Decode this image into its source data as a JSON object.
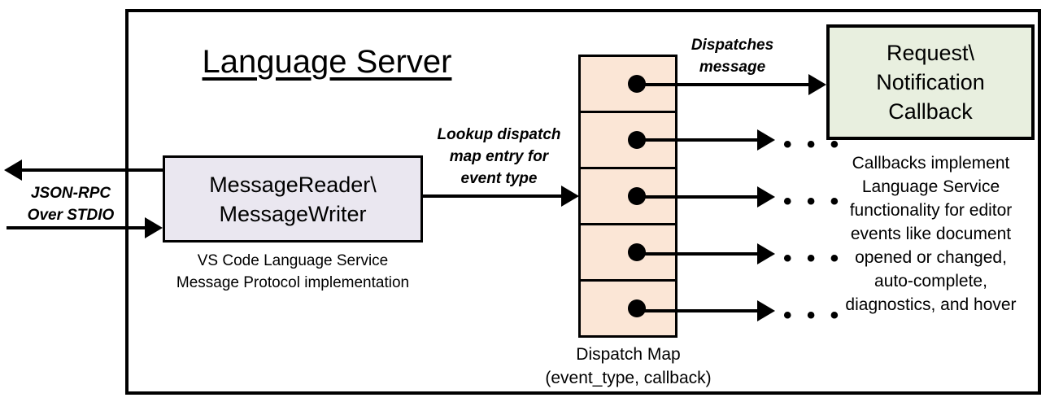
{
  "diagram": {
    "title": "Language Server",
    "left_io": {
      "label_line1": "JSON-RPC",
      "label_line2": "Over STDIO",
      "outbound_arrow_name": "json-rpc-out-arrow",
      "inbound_arrow_name": "json-rpc-in-arrow"
    },
    "reader_writer": {
      "line1": "MessageReader\\",
      "line2": "MessageWriter",
      "caption_line1": "VS Code Language Service",
      "caption_line2": "Message Protocol implementation",
      "fill": "#EAE7F0",
      "stroke": "#000000"
    },
    "lookup_edge": {
      "line1": "Lookup dispatch",
      "line2": "map entry for",
      "line3": "event type"
    },
    "dispatch_map": {
      "caption_line1": "Dispatch Map",
      "caption_line2": "(event_type, callback)",
      "fill": "#FBE6D6",
      "stroke": "#000000",
      "cell_count": 5,
      "cells": [
        {
          "name": "dispatch-map-cell-1",
          "dot": "entry-dot"
        },
        {
          "name": "dispatch-map-cell-2",
          "dot": "entry-dot"
        },
        {
          "name": "dispatch-map-cell-3",
          "dot": "entry-dot"
        },
        {
          "name": "dispatch-map-cell-4",
          "dot": "entry-dot"
        },
        {
          "name": "dispatch-map-cell-5",
          "dot": "entry-dot"
        }
      ]
    },
    "dispatch_edge": {
      "line1": "Dispatches",
      "line2": "message"
    },
    "callback": {
      "line1": "Request\\",
      "line2": "Notification",
      "line3": "Callback",
      "fill": "#E8EFDF",
      "stroke": "#000000"
    },
    "callback_description": {
      "line1": "Callbacks implement",
      "line2": "Language Service",
      "line3": "functionality for editor",
      "line4": "events like document",
      "line5": "opened or changed,",
      "line6": "auto-complete,",
      "line7": "diagnostics, and hover"
    },
    "ellipses": {
      "glyph": "• • •",
      "rows": 4
    }
  }
}
